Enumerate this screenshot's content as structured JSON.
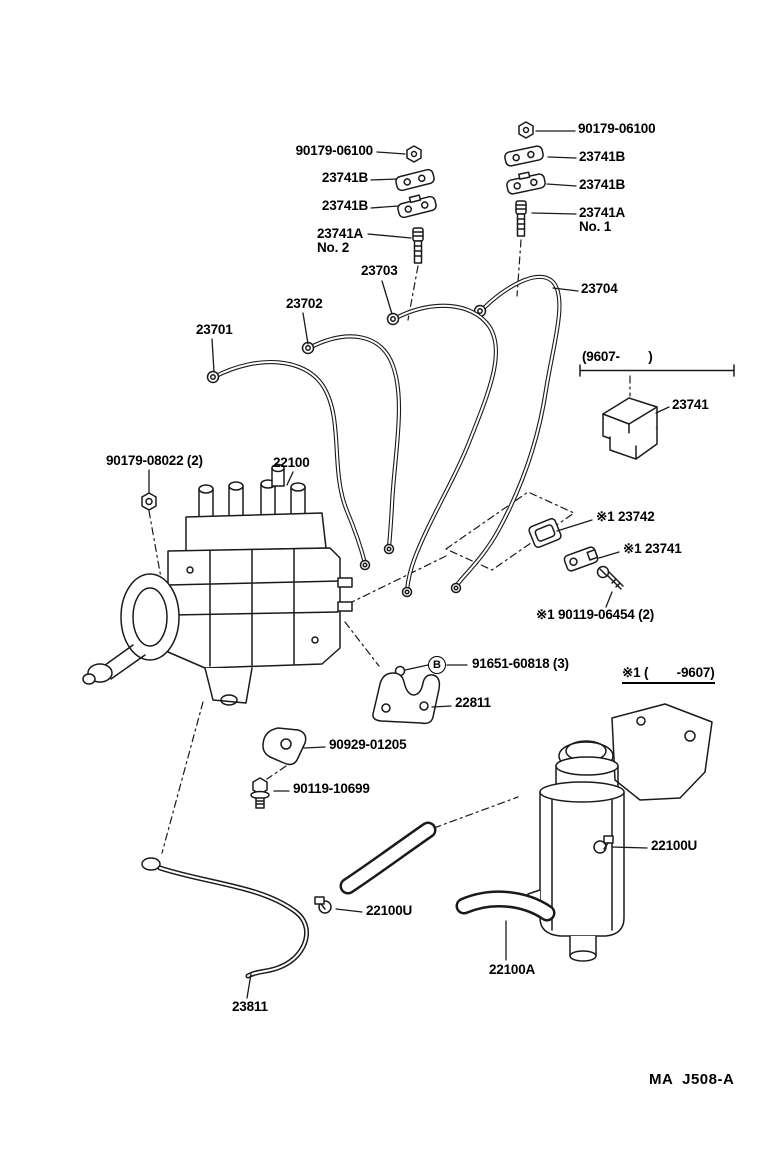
{
  "callouts": {
    "nut_top_right": "90179-06100",
    "clamp_r1": "23741B",
    "clamp_r2": "23741B",
    "stud_r": "23741A",
    "stud_r_no": "No. 1",
    "nut_top_left": "90179-06100",
    "clamp_l1": "23741B",
    "clamp_l2": "23741B",
    "stud_l": "23741A",
    "stud_l_no": "No. 2",
    "pipe1": "23701",
    "pipe2": "23702",
    "pipe3": "23703",
    "pipe4": "23704",
    "range_new": "(9607-        )",
    "connector_new": "23741",
    "nut_pump": "90179-08022 (2)",
    "pump": "22100",
    "clamp_star_23742": "※1 23742",
    "clamp_star_23741": "※1 23741",
    "screw_star": "※1 90119-06454 (2)",
    "bolt_b": "91651-60818 (3)",
    "b_mark": "B",
    "bracket_22811": "22811",
    "range_old": "※1 (        -9607)",
    "bracket_90929": "90929-01205",
    "bolt_90119": "90119-10699",
    "clamp_u_right": "22100U",
    "clamp_u_left": "22100U",
    "hose_22100a": "22100A",
    "pipe_23811": "23811"
  },
  "footer": {
    "code": "MA  J508-A"
  }
}
